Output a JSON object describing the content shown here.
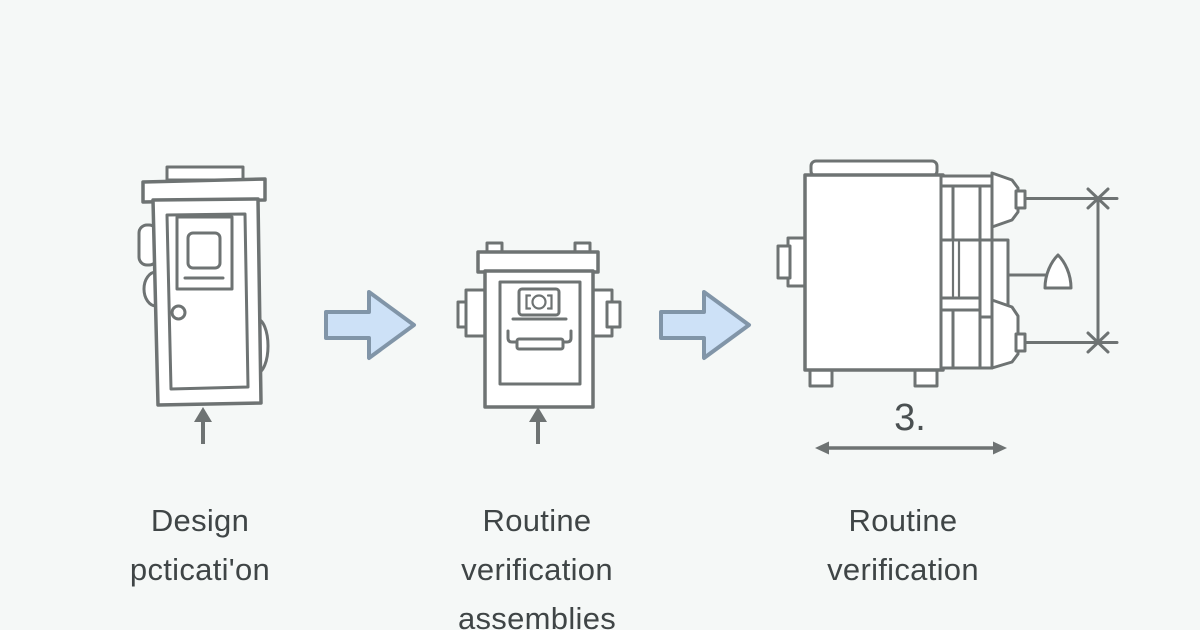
{
  "canvas": {
    "background": "#f5f8f7"
  },
  "colors": {
    "outline": "#6e7373",
    "text": "#3f4546",
    "flow_arrow_fill": "#cde1f7",
    "flow_arrow_stroke": "#8195a8"
  },
  "icons": {
    "flow_arrow": "right-arrow",
    "stage_pointer": "up-arrow",
    "width_dimension": "horizontal-double-headed-arrow",
    "height_dimension": "vertical-double-headed-arrow-x-ends"
  },
  "diagram": {
    "stages": [
      {
        "name": "design-specification",
        "illustration": "charging-cabinet-front-view",
        "label_line1": "Design",
        "label_line2": "pcticati'on"
      },
      {
        "name": "routine-verification-assemblies",
        "illustration": "meter-assembly-front-view",
        "label_line1": "Routine",
        "label_line2": "verification",
        "label_line3": "assemblies"
      },
      {
        "name": "routine-verification",
        "illustration": "machine-side-view-with-dimensions",
        "dimension_label": "3.",
        "label_line1": "Routine",
        "label_line2": "verification"
      }
    ]
  }
}
